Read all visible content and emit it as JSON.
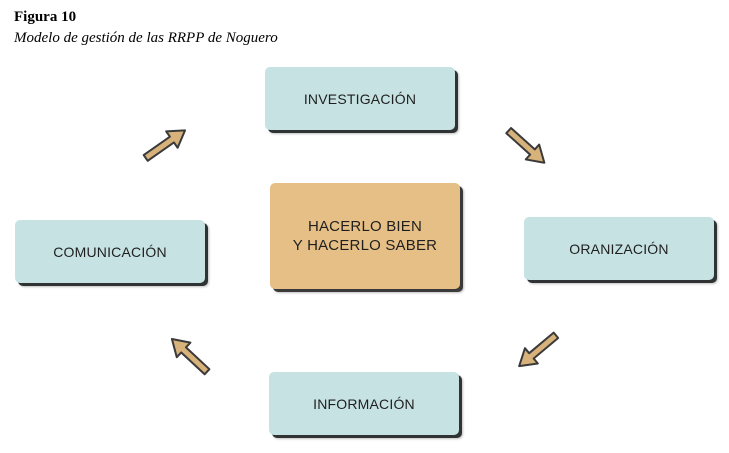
{
  "figure": {
    "label": "Figura 10",
    "title": "Modelo de gestión de las RRPP de Noguero"
  },
  "diagram": {
    "nodes": {
      "top": "INVESTIGACIÓN",
      "right": "ORANIZACIÓN",
      "bottom": "INFORMACIÓN",
      "left": "COMUNICACIÓN",
      "center_line1": "HACERLO BIEN",
      "center_line2": "Y HACERLO SABER"
    }
  },
  "colors": {
    "outer_box": "#c6e2e3",
    "center_box": "#e6bf86",
    "arrow_fill": "#d7b27a",
    "arrow_outline": "#3a3a3a"
  }
}
